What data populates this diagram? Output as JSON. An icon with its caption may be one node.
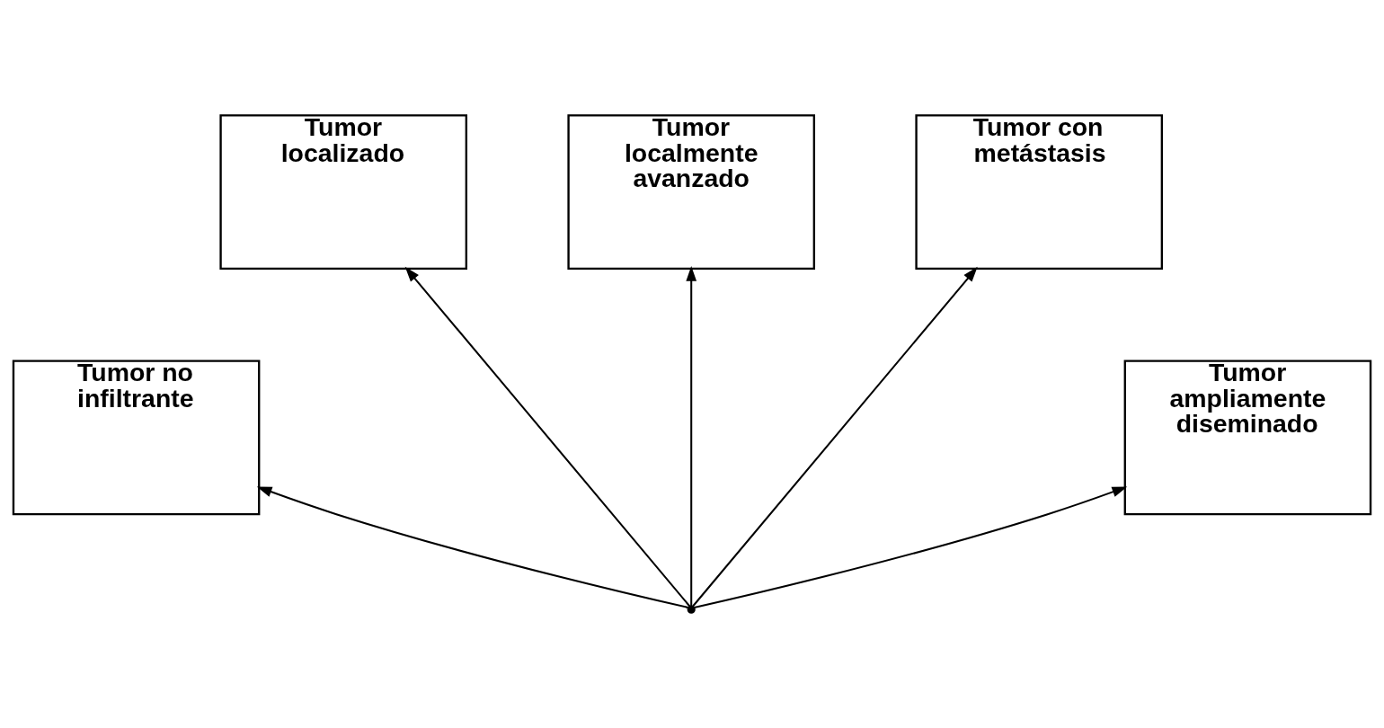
{
  "diagram": {
    "nodes": [
      {
        "text": [
          "Tumor localmente avanzado"
        ]
      },
      {
        "text": [
          "Tumor localizado"
        ]
      },
      {
        "text": [
          "Tumor con metástasis"
        ]
      },
      {
        "text": [
          "Tumor no infiltrante"
        ]
      },
      {
        "text": [
          "Tumor ampliamente diseminado"
        ]
      },
      {
        "text": [],
        "shape": "point"
      }
    ],
    "edges": [
      {
        "from": 5,
        "to": 3,
        "arrow": "to"
      },
      {
        "from": 5,
        "to": 1,
        "arrow": "to"
      },
      {
        "from": 5,
        "to": 0,
        "arrow": "to"
      },
      {
        "from": 5,
        "to": 2,
        "arrow": "to"
      },
      {
        "from": 5,
        "to": 4,
        "arrow": "to"
      }
    ]
  }
}
